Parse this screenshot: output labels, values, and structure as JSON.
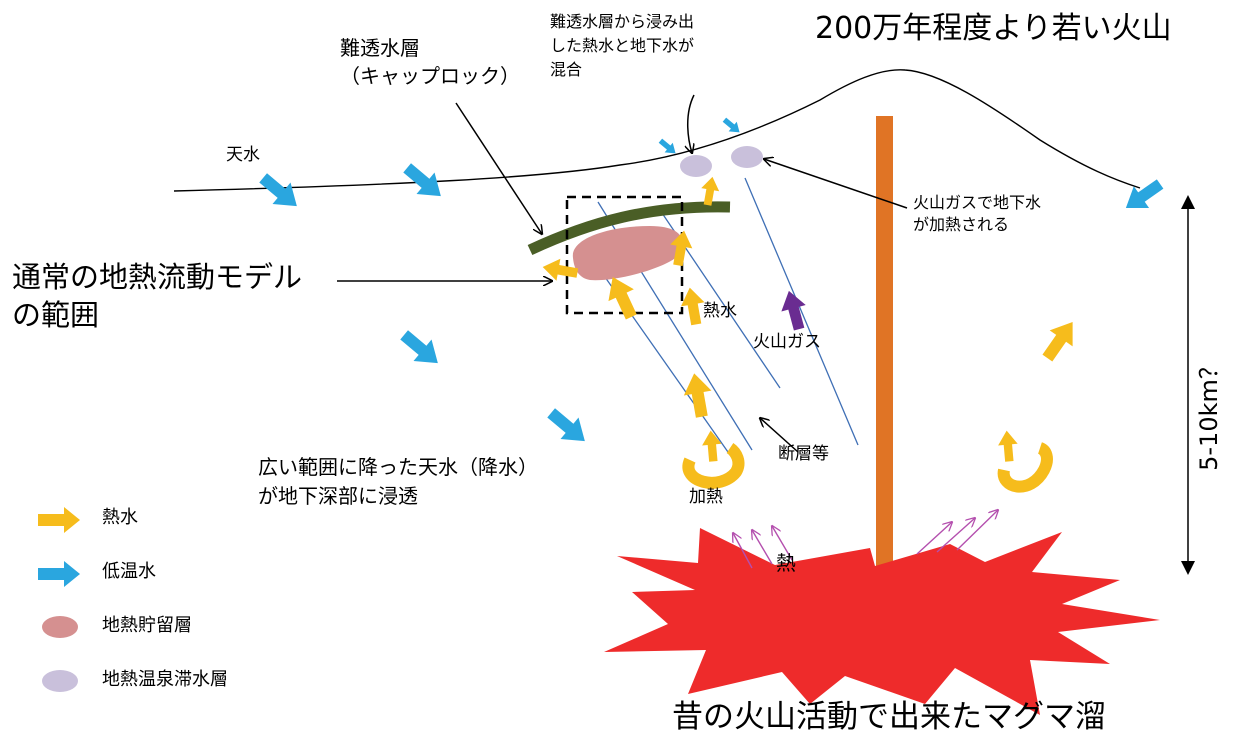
{
  "title": "200万年程度より若い火山",
  "magma_label": "昔の火山活動で出来たマグマ溜",
  "labels": {
    "caprock": "難透水層\n（キャップロック）",
    "mixing": "難透水層から浸み出\nした熱水と地下水が\n混合",
    "rain": "天水",
    "model_range": "通常の地熱流動モデル\nの範囲",
    "hot_water": "熱水",
    "volcanic_gas": "火山ガス",
    "gas_heating": "火山ガスで地下水\nが加熱される",
    "fault": "断層等",
    "heating": "加熱",
    "heat": "熱",
    "infiltration": "広い範囲に降った天水（降水）\nが地下深部に浸透",
    "depth": "5-10km？"
  },
  "legend": [
    {
      "label": "熱水",
      "kind": "arrow",
      "color": "#F6BC1C"
    },
    {
      "label": "低温水",
      "kind": "arrow",
      "color": "#2AA6DF"
    },
    {
      "label": "地熱貯留層",
      "kind": "ellipse",
      "color": "#D59090"
    },
    {
      "label": "地熱温泉滞水層",
      "kind": "ellipse",
      "color": "#C9C0DB"
    }
  ],
  "colors": {
    "hot_water": "#F6BC1C",
    "cold_water": "#2AA6DF",
    "reservoir": "#D59090",
    "aquifer": "#C9C0DB",
    "caprock": "#4A5E26",
    "conduit": "#E07425",
    "magma": "#EE2B2B",
    "gas": "#6A2C91",
    "heat_arrows": "#B44FAE",
    "fault_lines": "#3F6FB5"
  }
}
